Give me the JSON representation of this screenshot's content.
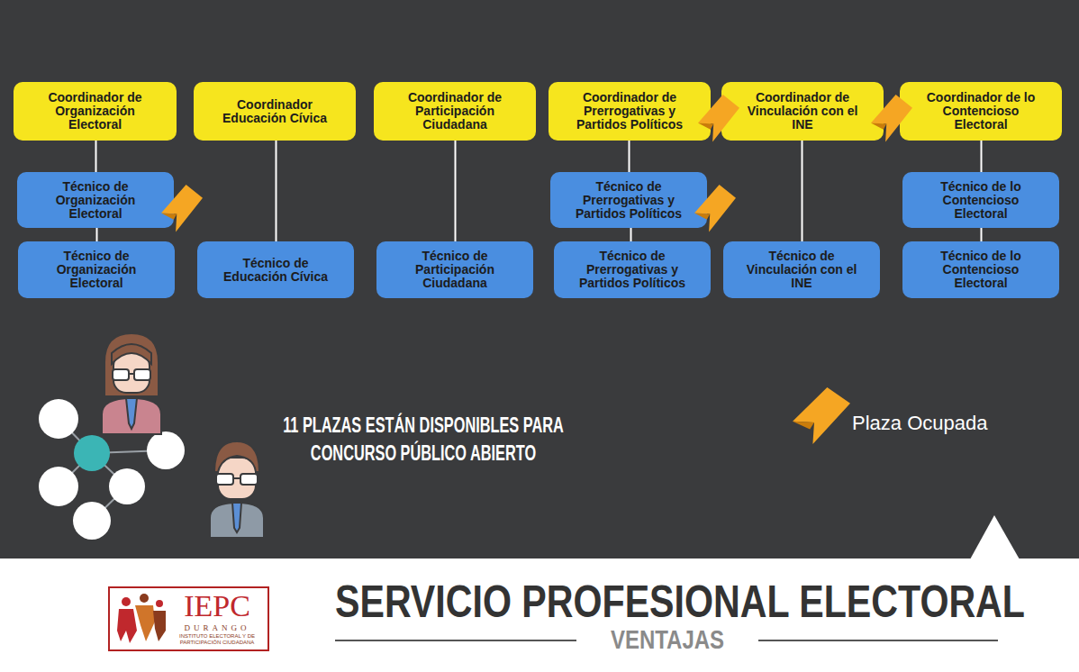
{
  "diagram": {
    "title": "SERVICIO PROFESIONAL ELECTORAL",
    "nodes": [
      {
        "text": [
          "Coordinador de Organización Electoral"
        ]
      },
      {
        "text": [
          "Coordinador Educación Cívica"
        ]
      },
      {
        "text": [
          "Coordinador de Participación Ciudadana"
        ]
      },
      {
        "text": [
          "Coordinador de Prerrogativas y Partidos Políticos"
        ]
      },
      {
        "text": [
          "Coordinador de Vinculación con el INE"
        ]
      },
      {
        "text": [
          "Coordinador de lo Contencioso Electoral"
        ]
      },
      {
        "text": [
          "Técnico de Organización Electoral"
        ]
      },
      {
        "text": [
          "Técnico de Prerrogativas y Partidos Políticos"
        ]
      },
      {
        "text": [
          "Técnico de lo Contencioso Electoral"
        ]
      },
      {
        "text": [
          "Técnico de Organización Electoral"
        ]
      },
      {
        "text": [
          "Técnico de Educación Cívica"
        ]
      },
      {
        "text": [
          "Técnico de Participación Ciudadana"
        ]
      },
      {
        "text": [
          "Técnico de Prerrogativas y Partidos Políticos"
        ]
      },
      {
        "text": [
          "Técnico de Vinculación con el INE"
        ]
      },
      {
        "text": [
          "Técnico de lo Contencioso Electoral"
        ]
      }
    ],
    "edges": [
      {
        "from": 0,
        "to": 6,
        "arrow": "none"
      },
      {
        "from": 6,
        "to": 9,
        "arrow": "none"
      },
      {
        "from": 1,
        "to": 10,
        "arrow": "none"
      },
      {
        "from": 2,
        "to": 11,
        "arrow": "none"
      },
      {
        "from": 3,
        "to": 7,
        "arrow": "none"
      },
      {
        "from": 7,
        "to": 12,
        "arrow": "none"
      },
      {
        "from": 4,
        "to": 13,
        "arrow": "none"
      },
      {
        "from": 5,
        "to": 8,
        "arrow": "none"
      },
      {
        "from": 8,
        "to": 14,
        "arrow": "none"
      }
    ],
    "labels": [
      "11 PLAZAS ESTÁN DISPONIBLES PARA CONCURSO PÚBLICO ABIERTO",
      "VENTAJAS",
      "IEPC",
      "DURANGO",
      "INSTITUTO ELECTORAL Y DE PARTICIPACIÓN CIUDADANA"
    ],
    "legend": [
      {
        "text": "Plaza Ocupada"
      }
    ]
  }
}
